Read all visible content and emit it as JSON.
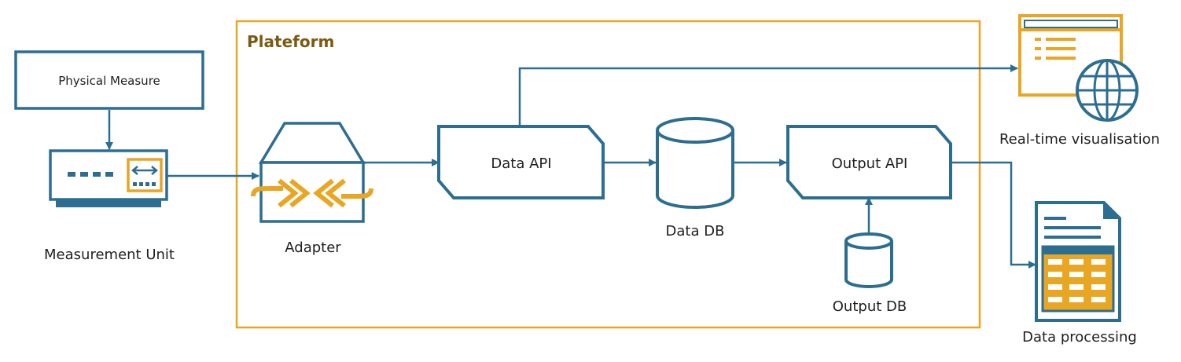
{
  "colors": {
    "primary": "#2c6e91",
    "accent": "#e8a623",
    "platform_title": "#7a5a10",
    "text": "#1f1f1f"
  },
  "platform": {
    "title": "Plateform"
  },
  "nodes": {
    "physical_measure": {
      "label": "Physical Measure"
    },
    "measurement_unit": {
      "label": "Measurement Unit",
      "icon": "network-switch-icon"
    },
    "adapter": {
      "label": "Adapter",
      "icon": "adapter-icon"
    },
    "data_api": {
      "label": "Data API"
    },
    "data_db": {
      "label": "Data DB",
      "icon": "database-icon"
    },
    "output_api": {
      "label": "Output API"
    },
    "output_db": {
      "label": "Output DB",
      "icon": "database-icon"
    },
    "realtime": {
      "label": "Real-time visualisation",
      "icon": "web-dashboard-icon"
    },
    "data_processing": {
      "label": "Data processing",
      "icon": "spreadsheet-document-icon"
    }
  }
}
